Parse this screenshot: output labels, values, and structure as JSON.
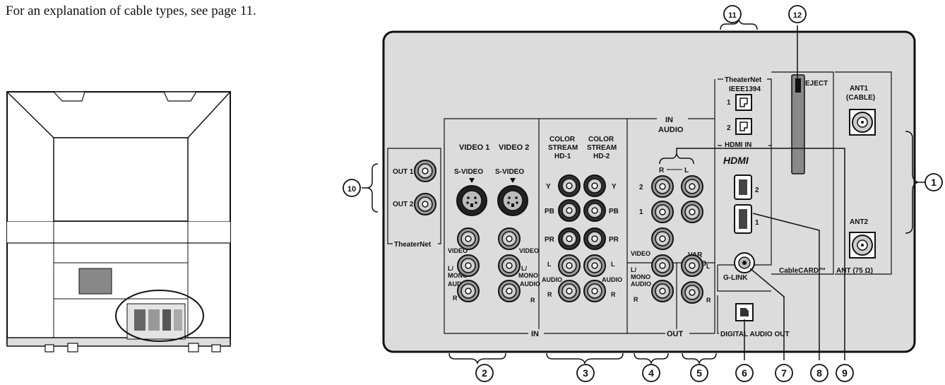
{
  "caption": "For an explanation of cable types, see page 11.",
  "callouts": [
    "1",
    "2",
    "3",
    "4",
    "5",
    "6",
    "7",
    "8",
    "9",
    "10",
    "11",
    "12"
  ],
  "panel": {
    "video1": "VIDEO 1",
    "video2": "VIDEO 2",
    "svideo": "S-VIDEO",
    "video": "VIDEO",
    "lmono_l": "L/",
    "lmono_mono": "MONO",
    "audio": "AUDIO",
    "r": "R",
    "l": "L",
    "in": "IN",
    "out": "OUT",
    "color": "COLOR",
    "stream": "STREAM",
    "hd1": "HD-1",
    "hd2": "HD-2",
    "y": "Y",
    "pb": "PB",
    "pr": "PR",
    "in_audio_1": "IN",
    "in_audio_2": "AUDIO",
    "row2": "2",
    "row1": "1",
    "var": "VAR",
    "var_audio": "AUDIO",
    "out1": "OUT 1",
    "out2": "OUT 2",
    "theaternet": "TheaterNet",
    "theaternet_ieee_1": "TheaterNet",
    "theaternet_ieee_2": "IEEE1394",
    "ieee_port1": "1",
    "ieee_port2": "2",
    "hdmi_in": "HDMI IN",
    "hdmi_logo": "HDMI",
    "hdmi_port2": "2",
    "hdmi_port1": "1",
    "eject": "EJECT",
    "cablecard": "CableCARD™",
    "glink": "G-LINK",
    "digital_audio_out": "DIGITAL AUDIO OUT",
    "ant1_1": "ANT1",
    "ant1_2": "(CABLE)",
    "ant2": "ANT2",
    "ant_ohm": "ANT (75 Ω)"
  }
}
